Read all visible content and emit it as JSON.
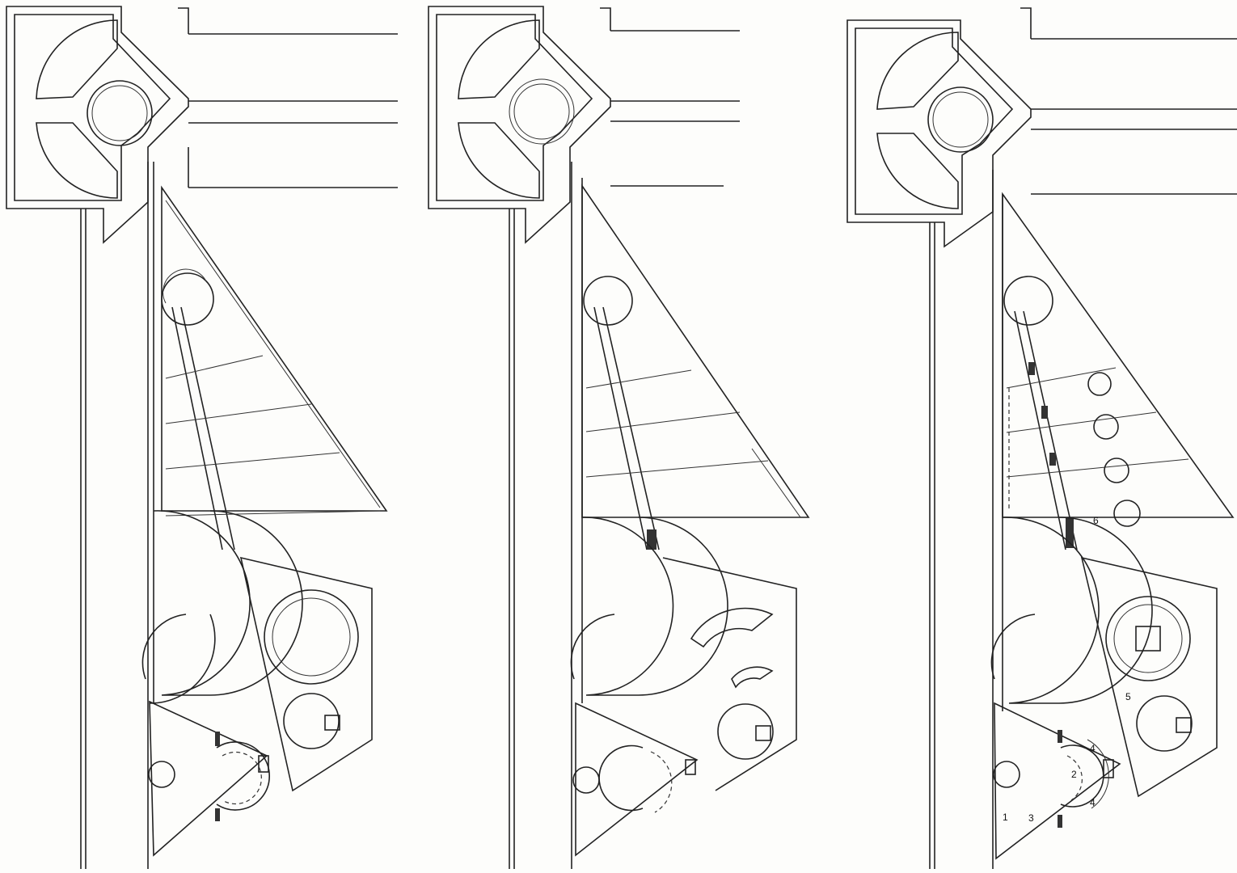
{
  "sheet": {
    "panels": [
      "plan-1",
      "plan-2",
      "plan-3"
    ],
    "panel3_labels": [
      "1",
      "2",
      "3",
      "4",
      "4",
      "5",
      "6"
    ]
  },
  "colors": {
    "ink": "#222222",
    "paper": "#fdfdfb"
  }
}
